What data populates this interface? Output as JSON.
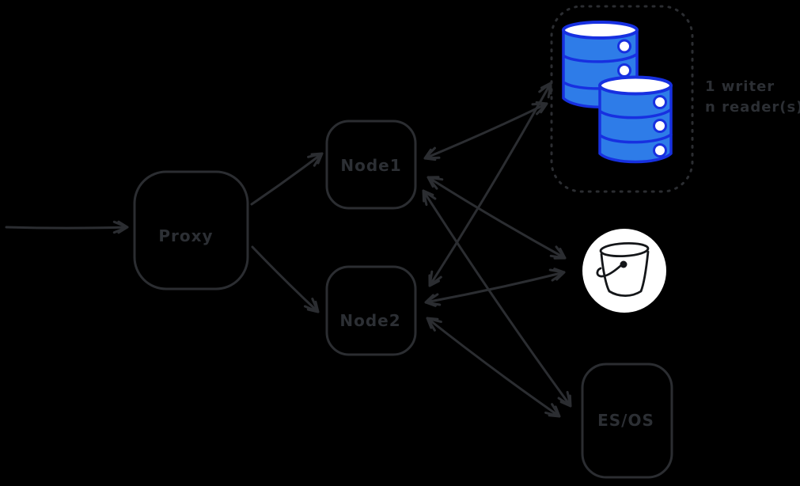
{
  "canvas": {
    "background": "#000000",
    "ink": "#2b2d31",
    "db_fill": "#2e7ce8",
    "db_stroke": "#1730e0",
    "bucket_bg": "#ffffff",
    "bucket_ink": "#141619"
  },
  "labels": {
    "proxy": "Proxy",
    "node1": "Node1",
    "node2": "Node2",
    "esos": "ES/OS"
  },
  "db_cluster": {
    "annotation_line1": "1 writer",
    "annotation_line2": "n reader(s)",
    "cylinder_count": 2
  },
  "icons": [
    {
      "name": "database-icon",
      "description": "two stacked blue database cylinders inside dotted container"
    },
    {
      "name": "bucket-icon",
      "description": "hand-drawn bucket in white circle"
    }
  ],
  "edges": [
    {
      "id": "inbound",
      "from": "external",
      "to": "proxy",
      "arrows": "forward"
    },
    {
      "id": "proxy-node1",
      "from": "proxy",
      "to": "node1",
      "arrows": "forward"
    },
    {
      "id": "proxy-node2",
      "from": "proxy",
      "to": "node2",
      "arrows": "forward"
    },
    {
      "id": "node1-db",
      "from": "node1",
      "to": "db-cluster",
      "arrows": "both"
    },
    {
      "id": "node2-db",
      "from": "node2",
      "to": "db-cluster",
      "arrows": "both"
    },
    {
      "id": "node1-bucket",
      "from": "node1",
      "to": "bucket",
      "arrows": "both"
    },
    {
      "id": "node2-bucket",
      "from": "node2",
      "to": "bucket",
      "arrows": "both"
    },
    {
      "id": "node1-esos",
      "from": "node1",
      "to": "esos",
      "arrows": "both"
    },
    {
      "id": "node2-esos",
      "from": "node2",
      "to": "esos",
      "arrows": "both"
    }
  ]
}
